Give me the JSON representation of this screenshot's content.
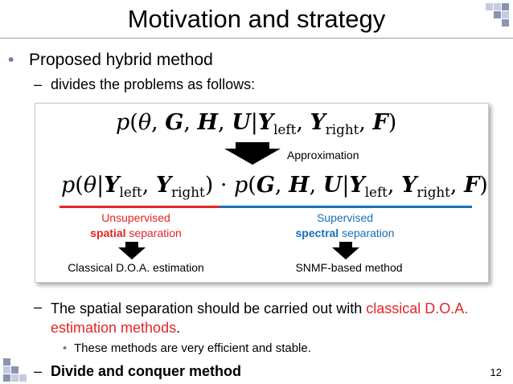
{
  "slide": {
    "title": "Motivation and strategy",
    "page_number": "12"
  },
  "bullets": {
    "b1": "Proposed hybrid method",
    "b1_sub": "divides the problems as follows:",
    "b2_prefix": "The spatial separation should be carried out with ",
    "b2_highlight_1": "classical",
    "b2_highlight_2": "D.O.A. estimation methods",
    "b2_suffix": ".",
    "b2_sub": "These methods are very efficient and stable.",
    "b3": "Divide and conquer method"
  },
  "box": {
    "approximation_label": "Approximation",
    "left_label_line1": "Unsupervised",
    "left_label_bold": "spatial",
    "left_label_rest": " separation",
    "right_label_line1": "Supervised",
    "right_label_bold": "spectral",
    "right_label_rest": " separation",
    "left_method": "Classical D.O.A. estimation",
    "right_method": "SNMF-based method"
  },
  "colors": {
    "accent_red": "#e32626",
    "accent_blue": "#1a6fb5",
    "square_dark": "#8b93b5",
    "square_light": "#c7cbe0"
  }
}
